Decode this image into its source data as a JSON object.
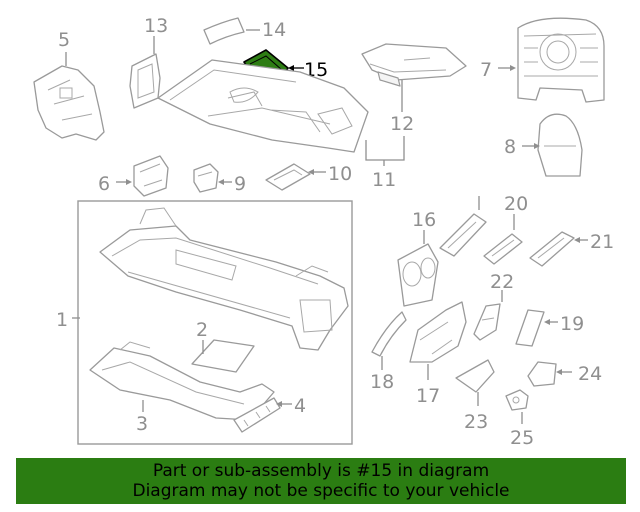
{
  "diagram": {
    "highlight_part": "15",
    "highlight_color": "#2e7d14",
    "callouts": {
      "c1": "1",
      "c2": "2",
      "c3": "3",
      "c4": "4",
      "c5": "5",
      "c6": "6",
      "c7": "7",
      "c8": "8",
      "c9": "9",
      "c10": "10",
      "c11": "11",
      "c12": "12",
      "c13": "13",
      "c14": "14",
      "c15": "15",
      "c16": "16",
      "c17": "17",
      "c18": "18",
      "c19": "19",
      "c20": "20",
      "c21": "21",
      "c22": "22",
      "c23": "23",
      "c24": "24",
      "c25": "25"
    }
  },
  "banner": {
    "line1": "Part or sub-assembly is #15 in diagram",
    "line2": "Diagram may not be specific to your vehicle",
    "background": "#2b7d12"
  }
}
